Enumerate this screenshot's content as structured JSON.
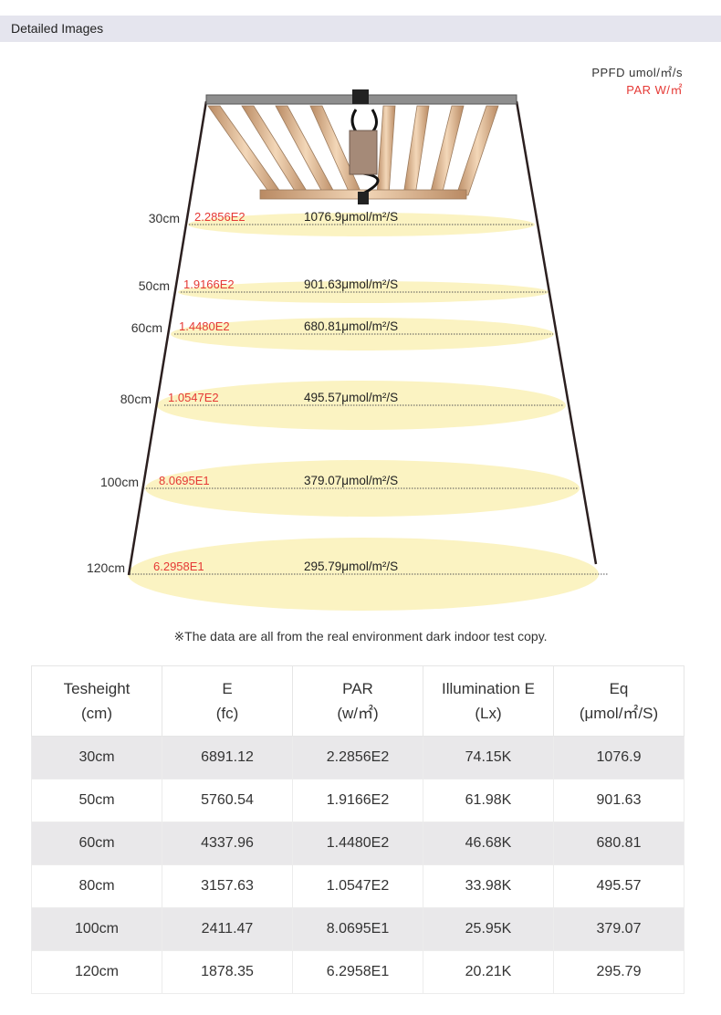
{
  "header": {
    "title": "Detailed Images"
  },
  "legend": {
    "ppfd": "PPFD  umol/㎡/s",
    "par": "PAR  W/㎡"
  },
  "measurements": [
    {
      "height": "30cm",
      "par": "2.2856E2",
      "ppfd": "1076.9μmol/m²/S"
    },
    {
      "height": "50cm",
      "par": "1.9166E2",
      "ppfd": "901.63μmol/m²/S"
    },
    {
      "height": "60cm",
      "par": "1.4480E2",
      "ppfd": "680.81μmol/m²/S"
    },
    {
      "height": "80cm",
      "par": "1.0547E2",
      "ppfd": "495.57μmol/m²/S"
    },
    {
      "height": "100cm",
      "par": "8.0695E1",
      "ppfd": "379.07μmol/m²/S"
    },
    {
      "height": "120cm",
      "par": "6.2958E1",
      "ppfd": "295.79μmol/m²/S"
    }
  ],
  "note": "※The data are all from the real environment dark indoor test copy.",
  "table": {
    "headers": [
      {
        "main": "Tesheight",
        "unit": "(cm)"
      },
      {
        "main": "E",
        "unit": "(fc)"
      },
      {
        "main": "PAR",
        "unit": "(w/㎡)"
      },
      {
        "main": "Illumination E",
        "unit": "(Lx)"
      },
      {
        "main": "Eq",
        "unit": "(μmol/㎡/S)"
      }
    ],
    "rows": [
      [
        "30cm",
        "6891.12",
        "2.2856E2",
        "74.15K",
        "1076.9"
      ],
      [
        "50cm",
        "5760.54",
        "1.9166E2",
        "61.98K",
        "901.63"
      ],
      [
        "60cm",
        "4337.96",
        "1.4480E2",
        "46.68K",
        "680.81"
      ],
      [
        "80cm",
        "3157.63",
        "1.0547E2",
        "33.98K",
        "495.57"
      ],
      [
        "100cm",
        "2411.47",
        "8.0695E1",
        "25.95K",
        "379.07"
      ],
      [
        "120cm",
        "1878.35",
        "6.2958E1",
        "20.21K",
        "295.79"
      ]
    ]
  },
  "colors": {
    "header_bg": "#e5e5ee",
    "ellipse_fill": "#fbf3c2",
    "par_text": "#e53935",
    "odd_row_bg": "#e9e8ea",
    "led_bar": "#e9c7a3"
  }
}
